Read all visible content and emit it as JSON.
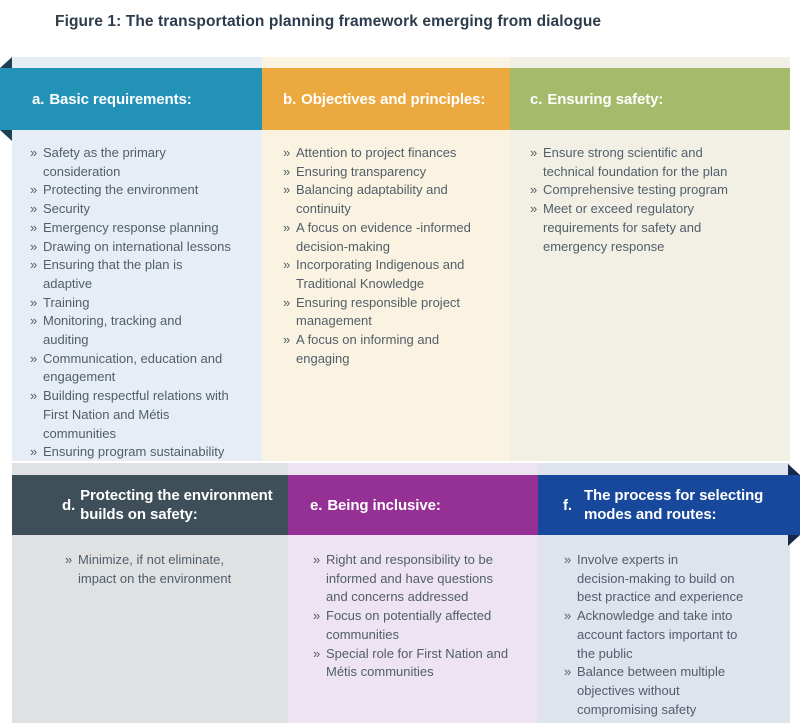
{
  "title": "Figure 1: The transportation planning framework emerging from dialogue",
  "bullet_char": "»",
  "colors": {
    "panel_a_header": "#2292b7",
    "panel_b_header": "#eba93f",
    "panel_c_header": "#a5bb6b",
    "panel_d_header": "#3f4f59",
    "panel_e_header": "#953194",
    "panel_f_header": "#18489b",
    "panel_a_body": "#e7edf4",
    "panel_b_body": "#fbf3e1",
    "panel_c_body": "#f2f0e4",
    "panel_d_body": "#e0e1e3",
    "panel_e_body": "#eee3f0",
    "panel_f_body": "#dfe3ee",
    "ribbon_fold_left": "#1d4154",
    "ribbon_fold_right": "#16294a",
    "header_text": "#ffffff",
    "body_text": "#515e6a",
    "title_text": "#2c3c4c"
  },
  "panels": [
    {
      "marker": "a.",
      "heading": "Basic requirements:",
      "items": [
        "Safety as the primary\nconsideration",
        "Protecting the environment",
        "Security",
        "Emergency response planning",
        "Drawing on international lessons",
        "Ensuring that the plan is\nadaptive",
        "Training",
        "Monitoring, tracking and\nauditing",
        "Communication, education and\nengagement",
        "Building respectful relations with\nFirst Nation and Métis\ncommunities",
        "Ensuring program sustainability"
      ]
    },
    {
      "marker": "b.",
      "heading": "Objectives and principles:",
      "items": [
        "Attention to project finances",
        "Ensuring transparency",
        "Balancing adaptability and\ncontinuity",
        "A focus on evidence -informed\ndecision-making",
        "Incorporating Indigenous and\nTraditional Knowledge",
        "Ensuring responsible project\nmanagement",
        "A focus on informing and\nengaging"
      ]
    },
    {
      "marker": "c.",
      "heading": "Ensuring safety:",
      "items": [
        "Ensure strong scientific and\ntechnical foundation for the plan",
        "Comprehensive testing program",
        "Meet or exceed regulatory\nrequirements for safety and\nemergency response"
      ]
    },
    {
      "marker": "d.",
      "heading": "Protecting the environment\nbuilds on safety:",
      "items": [
        "Minimize, if not eliminate,\nimpact on the environment"
      ]
    },
    {
      "marker": "e.",
      "heading": "Being inclusive:",
      "items": [
        "Right and responsibility to be\ninformed and have questions\nand concerns addressed",
        "Focus on potentially affected\ncommunities",
        "Special role for First Nation and\nMétis communities"
      ]
    },
    {
      "marker": "f.",
      "heading": "The process for selecting\nmodes and routes:",
      "items": [
        "Involve experts in\ndecision-making to build on\nbest practice and experience",
        "Acknowledge and take into\naccount factors important to\nthe public",
        "Balance between multiple\nobjectives without\ncompromising safety"
      ]
    }
  ]
}
